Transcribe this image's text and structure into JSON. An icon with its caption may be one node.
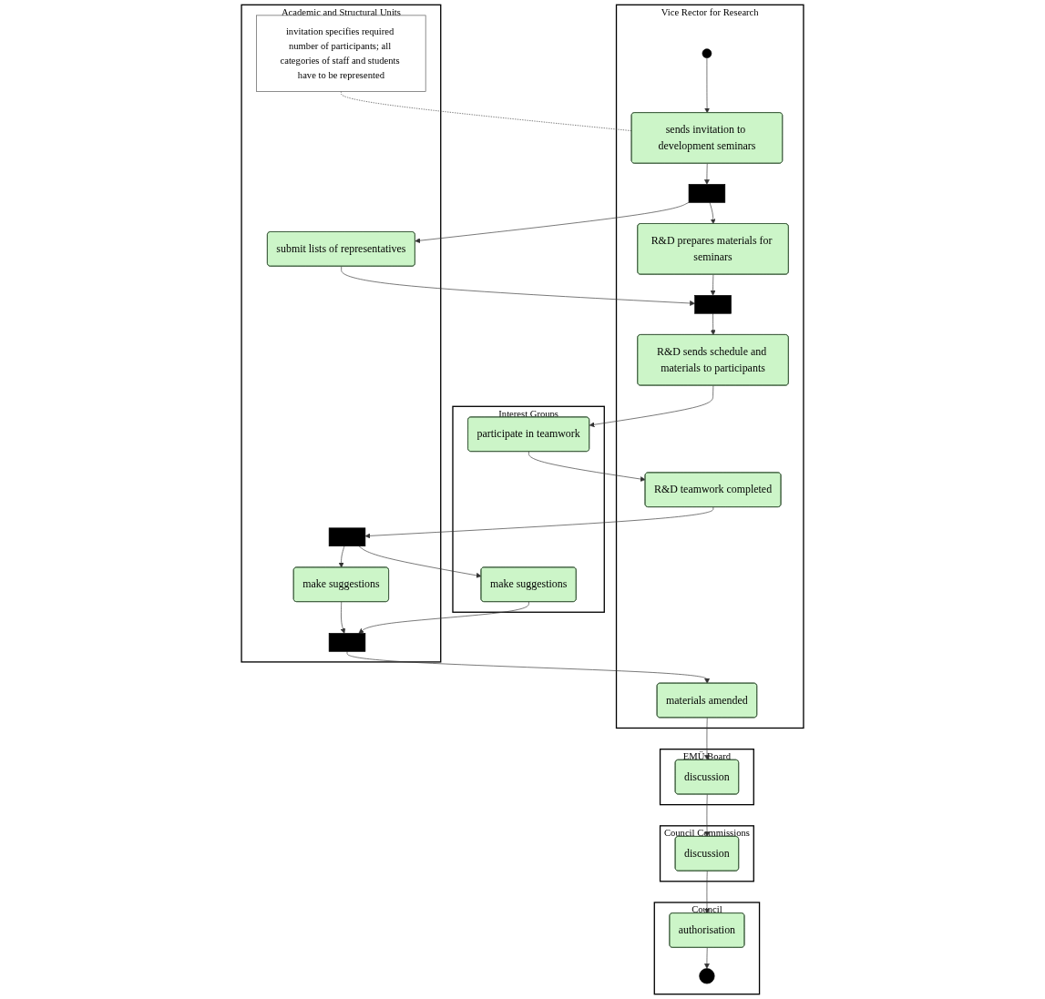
{
  "diagram": {
    "nodes": [
      {
        "text": [
          "Vice Rector for Research"
        ]
      },
      {
        "text": [
          "Academic and Structural Units"
        ]
      },
      {
        "text": [
          "Interest Groups"
        ]
      },
      {
        "text": [
          "EMÜ Board"
        ]
      },
      {
        "text": [
          "Council Commissions"
        ]
      },
      {
        "text": [
          "Council"
        ]
      },
      {
        "text": [],
        "shape": "circle",
        "in": 0
      },
      {
        "text": [
          "sends invitation to development seminars"
        ],
        "in": 0
      },
      {
        "text": [
          "invitation specifies required number of participants; all categories of staff and students have to be represented"
        ],
        "in": 1
      },
      {
        "text": [],
        "shape": "bar",
        "in": 0
      },
      {
        "text": [
          "R&D prepares materials for seminars"
        ],
        "in": 0
      },
      {
        "text": [
          "submit lists of representatives"
        ],
        "in": 1
      },
      {
        "text": [],
        "shape": "bar",
        "in": 0
      },
      {
        "text": [
          "R&D sends schedule and materials to participants"
        ],
        "in": 0
      },
      {
        "text": [
          "participate in teamwork"
        ],
        "in": 2
      },
      {
        "text": [
          "R&D teamwork completed"
        ],
        "in": 0
      },
      {
        "text": [
          "discussion"
        ],
        "in": 3
      },
      {
        "text": [],
        "shape": "bar",
        "in": 1
      },
      {
        "text": [
          "make suggestions"
        ],
        "in": 1
      },
      {
        "text": [
          "make suggestions"
        ],
        "in": 2
      },
      {
        "text": [],
        "shape": "bar",
        "in": 1
      },
      {
        "text": [
          "materials amended"
        ],
        "in": 0
      },
      {
        "text": [
          "discussion"
        ],
        "in": 4
      },
      {
        "text": [
          "authorisation"
        ],
        "in": 5
      },
      {
        "text": [],
        "shape": "bullseye",
        "in": 5
      }
    ],
    "edges": [
      {
        "from": 6,
        "to": 7,
        "arrow": "to"
      },
      {
        "from": 7,
        "to": 8,
        "arrow": "none",
        "style": "dashed"
      },
      {
        "from": 7,
        "to": 9,
        "arrow": "to"
      },
      {
        "from": 9,
        "to": 10,
        "arrow": "to"
      },
      {
        "from": 9,
        "to": 11,
        "arrow": "to"
      },
      {
        "from": 10,
        "to": 12,
        "arrow": "to"
      },
      {
        "from": 11,
        "to": 12,
        "arrow": "to"
      },
      {
        "from": 12,
        "to": 13,
        "arrow": "to"
      },
      {
        "from": 13,
        "to": 14,
        "arrow": "to"
      },
      {
        "from": 14,
        "to": 15,
        "arrow": "to"
      },
      {
        "from": 15,
        "to": 17,
        "arrow": "to"
      },
      {
        "from": 17,
        "to": 18,
        "arrow": "to"
      },
      {
        "from": 17,
        "to": 19,
        "arrow": "to"
      },
      {
        "from": 18,
        "to": 20,
        "arrow": "to"
      },
      {
        "from": 19,
        "to": 20,
        "arrow": "to"
      },
      {
        "from": 20,
        "to": 21,
        "arrow": "to"
      },
      {
        "from": 21,
        "to": 16,
        "arrow": "to"
      },
      {
        "from": 16,
        "to": 22,
        "arrow": "to"
      },
      {
        "from": 22,
        "to": 23,
        "arrow": "to"
      },
      {
        "from": 23,
        "to": 24,
        "arrow": "to"
      }
    ]
  }
}
